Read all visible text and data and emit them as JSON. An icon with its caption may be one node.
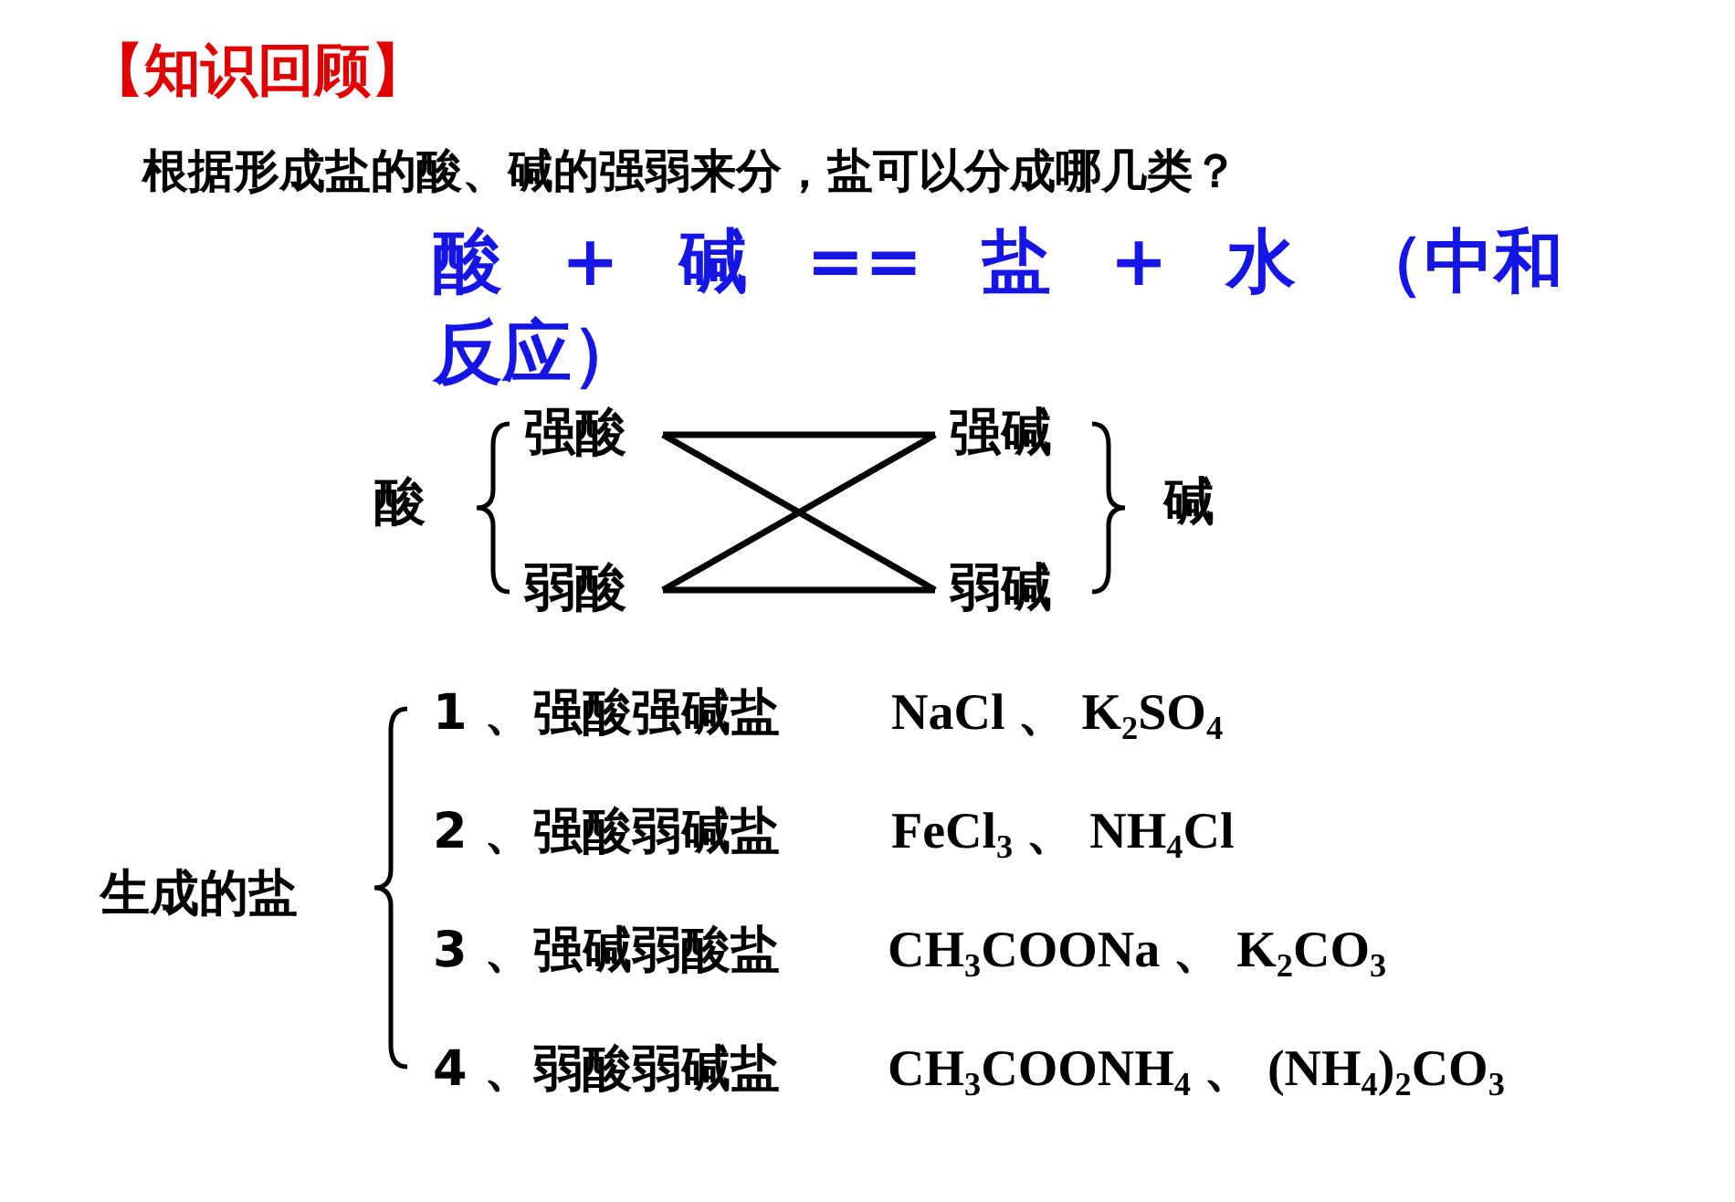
{
  "diagram": {
    "title": "【知识回顾】",
    "nodes": [
      {
        "text": [
          "强酸"
        ]
      },
      {
        "text": [
          "强碱"
        ]
      },
      {
        "text": [
          "弱酸"
        ]
      },
      {
        "text": [
          "弱碱"
        ]
      }
    ],
    "edges": [
      {
        "from": 0,
        "to": 1,
        "arrow": "none"
      },
      {
        "from": 0,
        "to": 3,
        "arrow": "none"
      },
      {
        "from": 2,
        "to": 1,
        "arrow": "none"
      },
      {
        "from": 2,
        "to": 3,
        "arrow": "none"
      }
    ],
    "labels": [
      "根据形成盐的酸、碱的强弱来分，盐可以分成哪几类？",
      "酸 + 碱 == 盐 + 水 （中和反应）",
      "酸",
      "碱",
      "生成的盐",
      "1 、强酸强碱盐",
      "NaCl 、 K$_{2}$SO$_{4}$",
      "2 、强酸弱碱盐",
      "FeCl$_{3}$ 、 NH$_{4}$Cl",
      "3 、强碱弱酸盐",
      "CH$_{3}$COONa 、 K$_{2}$CO$_{3}$",
      "4 、弱酸弱碱盐",
      "CH$_{3}$COONH$_{4}$ 、 (NH$_{4}$)$_{2}$CO$_{3}$"
    ]
  }
}
